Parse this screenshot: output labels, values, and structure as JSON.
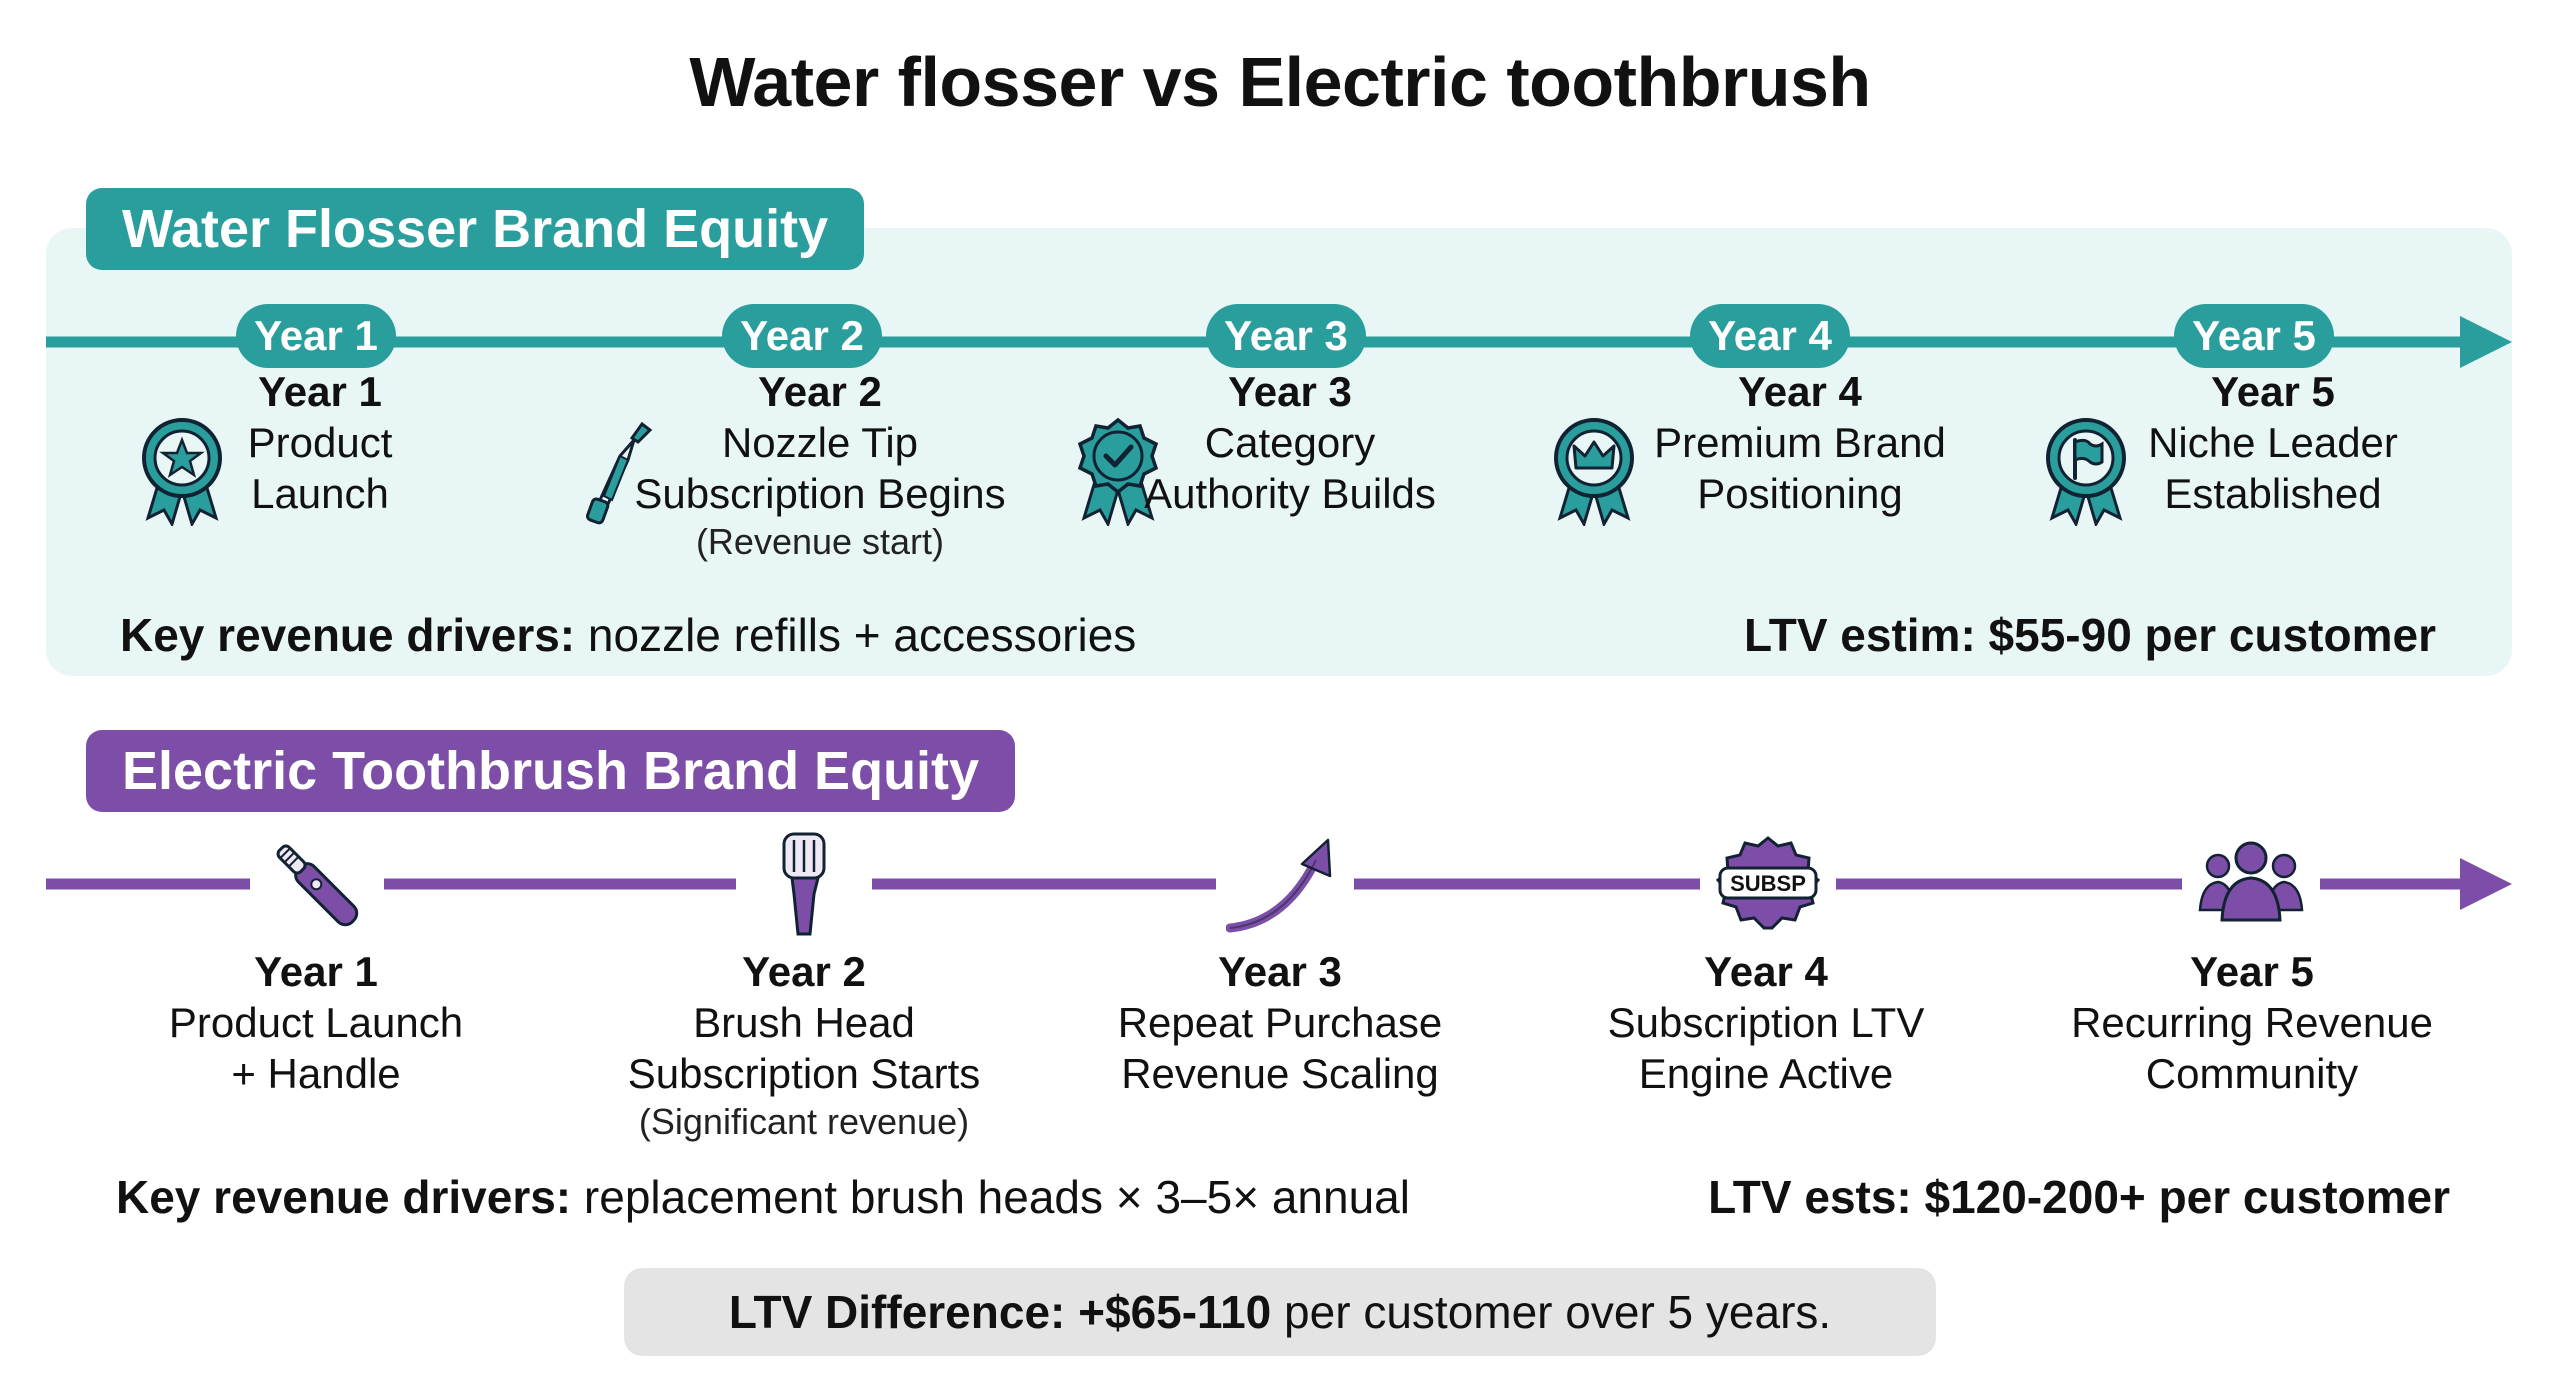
{
  "title": "Water flosser vs Electric toothbrush",
  "colors": {
    "teal": "#2a9e9c",
    "purple": "#7d4ea8",
    "teal_bg": "#e8f7f6",
    "purple_bg": "#efe9f5",
    "gray_box": "#e4e4e4"
  },
  "water_flosser": {
    "heading": "Water Flosser Brand Equity",
    "pills": [
      "Year 1",
      "Year 2",
      "Year 3",
      "Year 4",
      "Year 5"
    ],
    "milestones": [
      {
        "year": "Year 1",
        "desc": "Product\nLaunch",
        "note": "",
        "icon": "award-star-ribbon-icon"
      },
      {
        "year": "Year 2",
        "desc": "Nozzle Tip\nSubscription Begins",
        "note": "(Revenue start)",
        "icon": "flosser-nozzle-icon"
      },
      {
        "year": "Year 3",
        "desc": "Category\nAuthority Builds",
        "note": "",
        "icon": "verified-check-badge-icon"
      },
      {
        "year": "Year 4",
        "desc": "Premium Brand\nPositioning",
        "note": "",
        "icon": "crown-ribbon-icon"
      },
      {
        "year": "Year 5",
        "desc": "Niche Leader\nEstablished",
        "note": "",
        "icon": "flag-ribbon-icon"
      }
    ],
    "drivers_label": "Key revenue drivers:",
    "drivers_text": " nozzle refills + accessories",
    "ltv": "LTV estim: $55-90 per customer"
  },
  "electric_toothbrush": {
    "heading": "Electric Toothbrush Brand Equity",
    "milestones": [
      {
        "year": "Year 1",
        "desc": "Product Launch\n+ Handle",
        "note": "",
        "icon": "electric-toothbrush-icon"
      },
      {
        "year": "Year 2",
        "desc": "Brush Head\nSubscription Starts",
        "note": "(Significant revenue)",
        "icon": "brush-head-icon"
      },
      {
        "year": "Year 3",
        "desc": "Repeat Purchase\nRevenue Scaling",
        "note": "",
        "icon": "growth-arrow-icon"
      },
      {
        "year": "Year 4",
        "desc": "Subscription LTV\nEngine Active",
        "note": "",
        "icon": "subsp-badge-icon",
        "badge_text": "SUBSP"
      },
      {
        "year": "Year 5",
        "desc": "Recurring Revenue\nCommunity",
        "note": "",
        "icon": "community-people-icon"
      }
    ],
    "drivers_label": "Key revenue drivers:",
    "drivers_text": " replacement brush heads × 3–5× annual",
    "ltv": "LTV ests: $120-200+ per customer"
  },
  "difference": {
    "label": "LTV Difference: +$65-110",
    "text": " per customer over 5 years."
  }
}
